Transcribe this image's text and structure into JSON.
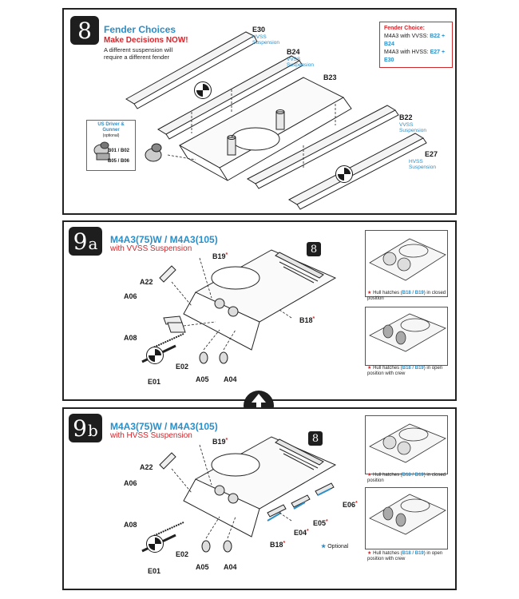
{
  "step8": {
    "number": "8",
    "title": "Fender Choices",
    "subtitle": "Make Decisions NOW!",
    "note": "A different suspension will require a different fender",
    "choice_box": {
      "title": "Fender Choice:",
      "line1_prefix": "M4A3 with VVSS:",
      "line1_parts": "B22 + B24",
      "line2_prefix": "M4A3 with HVSS:",
      "line2_parts": "E27 + E30"
    },
    "detail": {
      "title": "US Driver & Gunner",
      "sub": "(optional)",
      "p1": "B01 / B02",
      "p2": "B05 / B06"
    },
    "parts": {
      "e30": "E30",
      "e30_sub": "HVSS\nSuspension",
      "b24": "B24",
      "b24_sub": "VVSS\nSuspension",
      "b23": "B23",
      "b22": "B22",
      "b22_sub": "VVSS\nSuspension",
      "e27": "E27",
      "e27_sub": "HVSS\nSuspension"
    }
  },
  "step9a": {
    "number": "9",
    "suffix": "a",
    "title": "M4A3(75)W / M4A3(105)",
    "subtitle": "with VVSS Suspension",
    "badge": "8",
    "parts": {
      "b19": "B19",
      "a22": "A22",
      "a06": "A06",
      "a08": "A08",
      "e02": "E02",
      "e01": "E01",
      "a05": "A05",
      "a04": "A04",
      "b18": "B18"
    },
    "inset1_caption": {
      "pre": "Hull hatches (",
      "parts": "B18 / B19",
      "post": ") in closed position"
    },
    "inset2_caption": {
      "pre": "Hull hatches (",
      "parts": "B18 / B19",
      "post": ") in open position with crew"
    }
  },
  "step9b": {
    "number": "9",
    "suffix": "b",
    "title": "M4A3(75)W / M4A3(105)",
    "subtitle": "with HVSS Suspension",
    "badge": "8",
    "parts": {
      "b19": "B19",
      "a22": "A22",
      "a06": "A06",
      "a08": "A08",
      "e02": "E02",
      "e01": "E01",
      "a05": "A05",
      "a04": "A04",
      "b18": "B18",
      "e04": "E04",
      "e05": "E05",
      "e06": "E06"
    },
    "optional": "Optional",
    "inset1_caption": {
      "pre": "Hull hatches (",
      "parts": "B18 / B19",
      "post": ") in closed position"
    },
    "inset2_caption": {
      "pre": "Hull hatches (",
      "parts": "B18 / B19",
      "post": ") in open position with crew"
    }
  },
  "colors": {
    "accent_blue": "#2a8fc9",
    "accent_red": "#d4262b",
    "badge_dark": "#1e1e1e"
  },
  "icons": {
    "flip": "up-down-arrows-icon",
    "decal": "roundel-icon",
    "optional": "star-icon"
  }
}
